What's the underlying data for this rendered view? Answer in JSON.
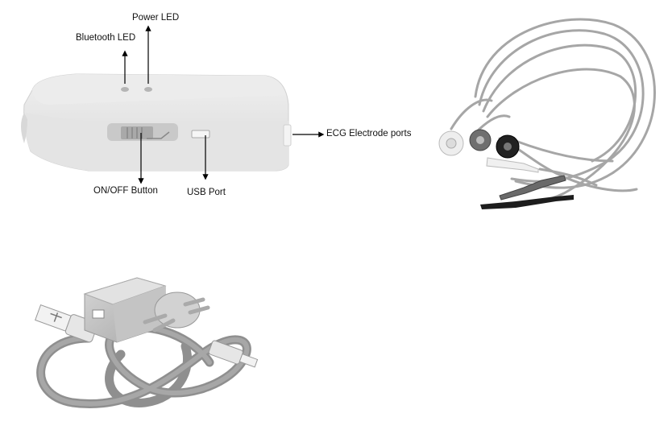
{
  "device_labels": {
    "power_led": "Power LED",
    "bluetooth_led": "Bluetooth LED",
    "ecg_ports": "ECG Electrode ports",
    "on_off_button": "ON/OFF Button",
    "usb_port": "USB Port"
  },
  "colors": {
    "device_body": "#e8e8e8",
    "device_shadow": "#c9c9c9",
    "cable_gray": "#a9a9a9",
    "electrode_dark": "#2a2a2a",
    "charger_gray": "#bdbdbd"
  }
}
